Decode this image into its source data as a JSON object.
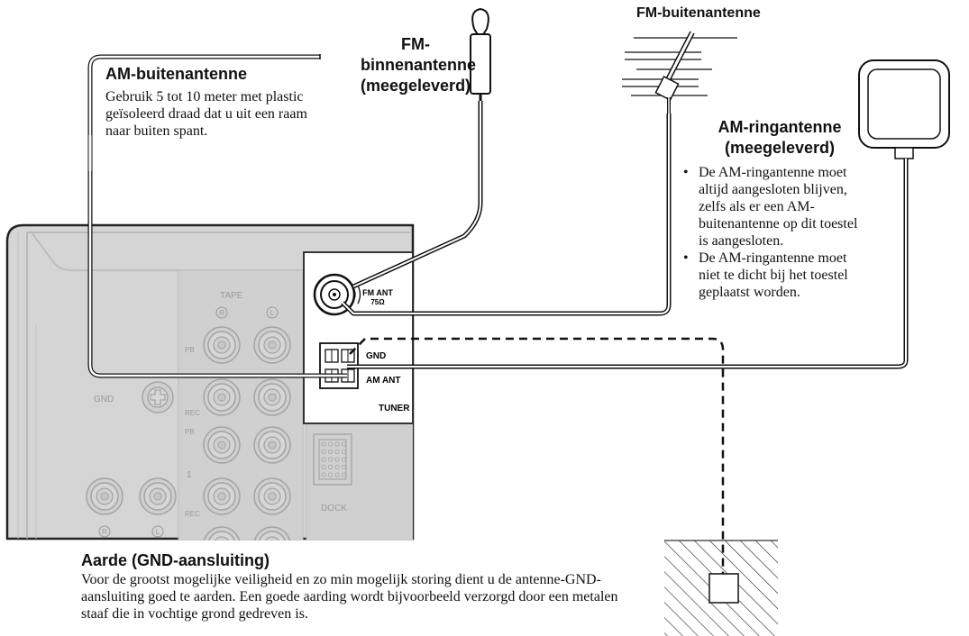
{
  "am_outdoor": {
    "title": "AM-buitenantenne",
    "text": "Gebruik 5 tot 10 meter met plastic geïsoleerd draad dat u uit een raam naar buiten spant."
  },
  "fm_indoor": {
    "line1": "FM-",
    "line2": "binnenantenne",
    "line3": "(meegeleverd)"
  },
  "fm_outdoor": {
    "title": "FM-buitenantenne"
  },
  "am_loop": {
    "line1": "AM-ringantenne",
    "line2": "(meegeleverd)",
    "bullets": [
      "De AM-ringantenne moet altijd aangesloten blijven, zelfs als er een AM-buitenantenne op dit toestel is aangesloten.",
      "De AM-ringantenne moet niet te dicht bij het toestel geplaatst worden."
    ]
  },
  "panel": {
    "tape": "TAPE",
    "pb_1": "PB",
    "pb_2": "PB",
    "rec_1": "REC",
    "rec_2": "REC",
    "num_1": "1",
    "gnd_left": "GND",
    "dock": "DOCK",
    "r_1": "R",
    "l_1": "L",
    "r_2": "R",
    "l_2": "L",
    "fm_ant": "FM ANT",
    "ohm": "75Ω",
    "gnd": "GND",
    "am_ant": "AM ANT",
    "tuner": "TUNER"
  },
  "ground": {
    "title": "Aarde (GND-aansluiting)",
    "text": "Voor de grootst mogelijke veiligheid en zo min mogelijk storing dient u de antenne-GND-aansluiting goed te aarden. Een goede aarding wordt bijvoorbeeld verzorgd door een metalen staaf die in vochtige grond gedreven is."
  }
}
